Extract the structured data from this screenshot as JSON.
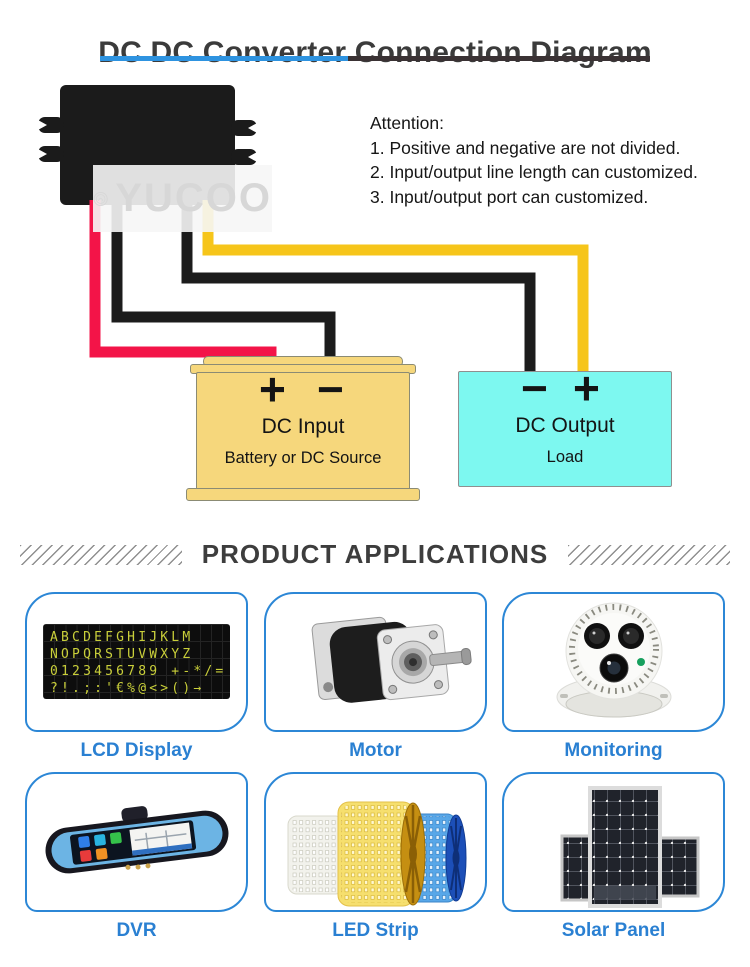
{
  "page": {
    "title": "DC DC Converter Connection Diagram"
  },
  "diagram": {
    "watermark": "YUCOO",
    "attention": {
      "heading": "Attention:",
      "items": [
        "1. Positive and negative are not divided.",
        "2. Input/output line length can customized.",
        "3. Input/output port can customized."
      ]
    },
    "dc_input": {
      "plus": "+",
      "minus": "−",
      "title": "DC Input",
      "subtitle": "Battery or DC Source"
    },
    "dc_output": {
      "minus": "−",
      "plus": "+",
      "title": "DC Output",
      "subtitle": "Load"
    },
    "wire_colors": {
      "input_positive": "#f31448",
      "input_negative": "#1c1c1c",
      "output_negative": "#1c1c1c",
      "output_positive": "#f6c51a"
    }
  },
  "applications": {
    "heading": "PRODUCT APPLICATIONS",
    "items": [
      {
        "label": "LCD Display"
      },
      {
        "label": "Motor"
      },
      {
        "label": "Monitoring"
      },
      {
        "label": "DVR"
      },
      {
        "label": "LED Strip"
      },
      {
        "label": "Solar Panel"
      }
    ],
    "lcd_rows": [
      "ABCDEFGHIJKLM",
      "NOPQRSTUVWXYZ",
      "0123456789 +-*/=",
      "?!.;:'€%@<>()→"
    ]
  },
  "colors": {
    "accent_blue": "#2c87d6",
    "title_underline_blue": "#2e93e0",
    "title_underline_dark": "#3a3234",
    "dc_input_fill": "#f6d77c",
    "dc_output_fill": "#7df8f0",
    "label_blue": "#2a80d2"
  }
}
